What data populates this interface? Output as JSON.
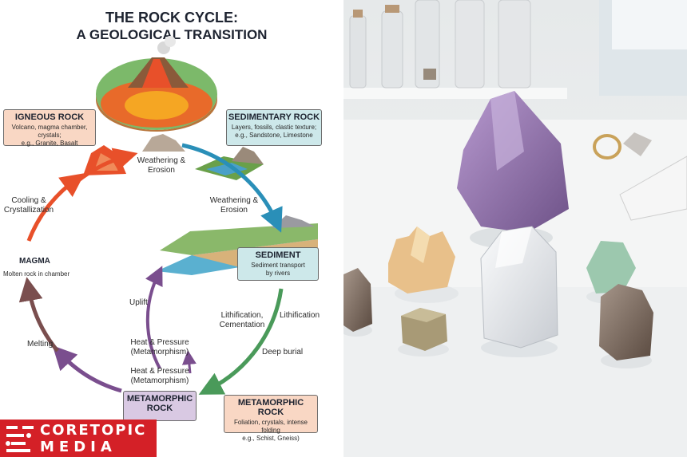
{
  "diagram": {
    "title_line1": "THE ROCK CYCLE:",
    "title_line2": "A GEOLOGICAL TRANSITION",
    "igneous": {
      "title": "IGNEOUS ROCK",
      "desc1": "Volcano, magma chamber, crystals;",
      "desc2": "e.g., Granite, Basalt",
      "color": "#f9d7c4"
    },
    "sedimentary": {
      "title": "SEDIMENTARY ROCK",
      "desc1": "Layers, fossils, clastic texture;",
      "desc2": "e.g., Sandstone, Limestone",
      "color": "#cde8ea"
    },
    "sediment": {
      "title": "SEDIMENT",
      "desc1": "Sediment transport",
      "desc2": "by rivers",
      "color": "#cde8ea"
    },
    "metamorphic_node": {
      "line1": "METAMORPHIC",
      "line2": "ROCK",
      "color": "#d9c9e3"
    },
    "metamorphic_box": {
      "title": "METAMORPHIC ROCK",
      "desc1": "Foliation, crystals, intense folding",
      "desc2": "e.g., Schist, Gneiss)",
      "color": "#f9d7c4"
    },
    "magma": {
      "title": "MAGMA",
      "desc": "Molten rock in chamber"
    },
    "labels": {
      "weathering1_l1": "Weathering &",
      "weathering1_l2": "Erosion",
      "weathering2_l1": "Weathering &",
      "weathering2_l2": "Erosion",
      "cooling_l1": "Cooling &",
      "cooling_l2": "Crystallization",
      "uplift": "Uplift",
      "lithification_cem_l1": "Lithification,",
      "lithification_cem_l2": "Cementation",
      "lithification": "Lithification",
      "deep_burial": "Deep burial",
      "melting": "Melting",
      "heat1_l1": "Heat & Pressure",
      "heat1_l2": "(Metamorphism)",
      "heat2_l1": "Heat & Pressure",
      "heat2_l2": "(Metamorphism)"
    },
    "arrow_colors": {
      "orange": "#e8502a",
      "teal": "#2a8fb8",
      "green": "#4a9a5a",
      "purple": "#7a4e8e",
      "brown": "#7a4e4e"
    }
  },
  "logo": {
    "line1": "CORETOPIC",
    "line2": "MEDIA",
    "color": "#d42027"
  },
  "photo": {
    "bg": "#eceeef"
  }
}
